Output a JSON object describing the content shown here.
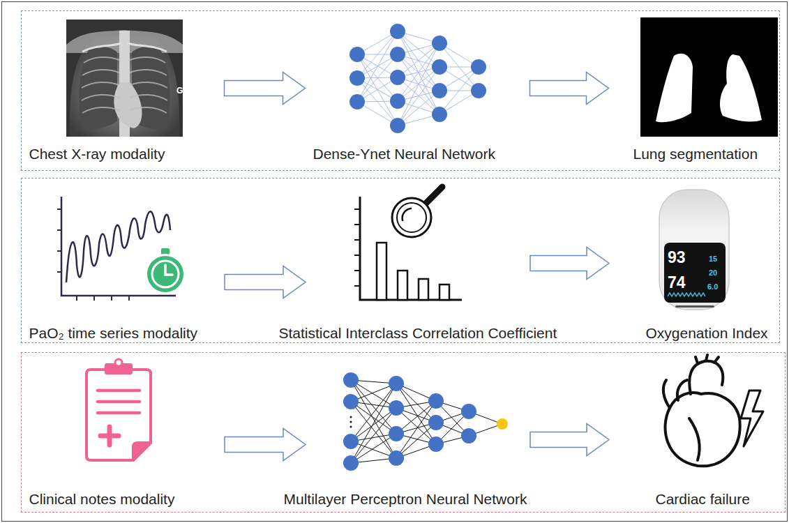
{
  "diagram": {
    "nodes": [
      {
        "text": []
      },
      {
        "text": [
          "Chest X-ray modality"
        ],
        "in": 0
      },
      {
        "text": [
          "Dense-Ynet Neural Network"
        ],
        "in": 0
      },
      {
        "text": [
          "Lung segmentation"
        ],
        "in": 0
      },
      {
        "text": []
      },
      {
        "text": [
          "PaO₂ time series modality"
        ],
        "in": 4
      },
      {
        "text": [
          "Statistical Interclass Correlation Coefficient"
        ],
        "in": 4
      },
      {
        "text": [
          "Oxygenation Index"
        ],
        "in": 4
      },
      {
        "text": []
      },
      {
        "text": [
          "Clinical notes modality"
        ],
        "in": 8
      },
      {
        "text": [
          "Multilayer Perceptron Neural Network"
        ],
        "in": 8
      },
      {
        "text": [
          "Cardiac failure"
        ],
        "in": 8
      }
    ],
    "edges": [
      {
        "from": 1,
        "to": 2,
        "arrow": "to"
      },
      {
        "from": 2,
        "to": 3,
        "arrow": "to"
      },
      {
        "from": 5,
        "to": 6,
        "arrow": "to"
      },
      {
        "from": 6,
        "to": 7,
        "arrow": "to"
      },
      {
        "from": 9,
        "to": 10,
        "arrow": "to"
      },
      {
        "from": 10,
        "to": 11,
        "arrow": "to"
      }
    ],
    "labels": [
      "G",
      "93",
      "74",
      "15",
      "20",
      "6.0"
    ]
  }
}
